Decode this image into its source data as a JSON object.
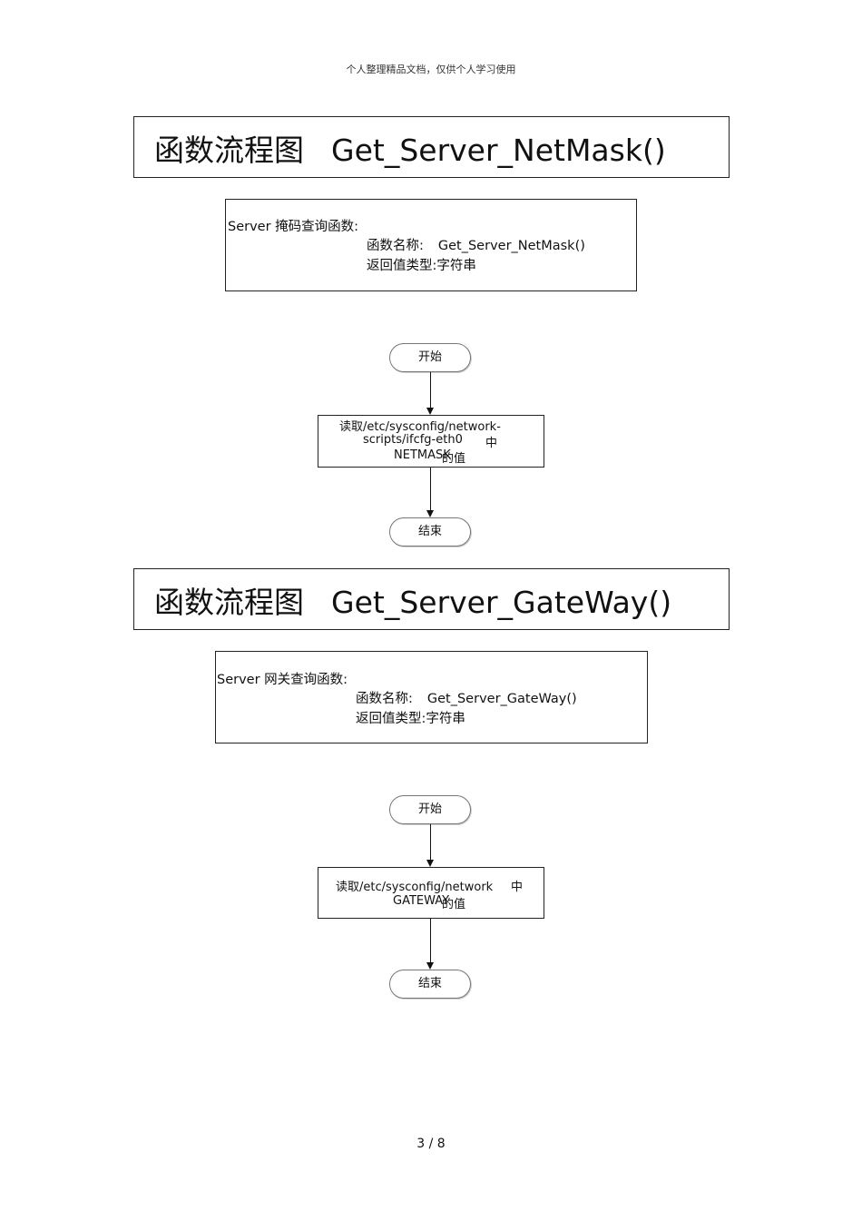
{
  "header_note": "个人整理精品文档，仅供个人学习使用",
  "sections": [
    {
      "title_cn": "函数流程图",
      "title_fn": "Get_Server_NetMask()",
      "info": {
        "desc": "Server 掩码查询函数:",
        "name_label": "函数名称:",
        "name_value": "Get_Server_NetMask()",
        "return_label": "返回值类型:",
        "return_value": "字符串"
      },
      "flow": {
        "start": "开始",
        "process_lines": [
          "读取/etc/sysconfig/network-",
          "scripts/ifcfg-eth0",
          "中",
          "NETMASK",
          "的值"
        ],
        "end": "结束"
      }
    },
    {
      "title_cn": "函数流程图",
      "title_fn": "Get_Server_GateWay()",
      "info": {
        "desc": "Server 网关查询函数:",
        "name_label": "函数名称:",
        "name_value": "Get_Server_GateWay()",
        "return_label": "返回值类型:",
        "return_value": "字符串"
      },
      "flow": {
        "start": "开始",
        "process_lines": [
          "读取/etc/sysconfig/network",
          "中",
          "GATEWAY",
          "的值"
        ],
        "end": "结束"
      }
    }
  ],
  "page_number": "3 / 8"
}
